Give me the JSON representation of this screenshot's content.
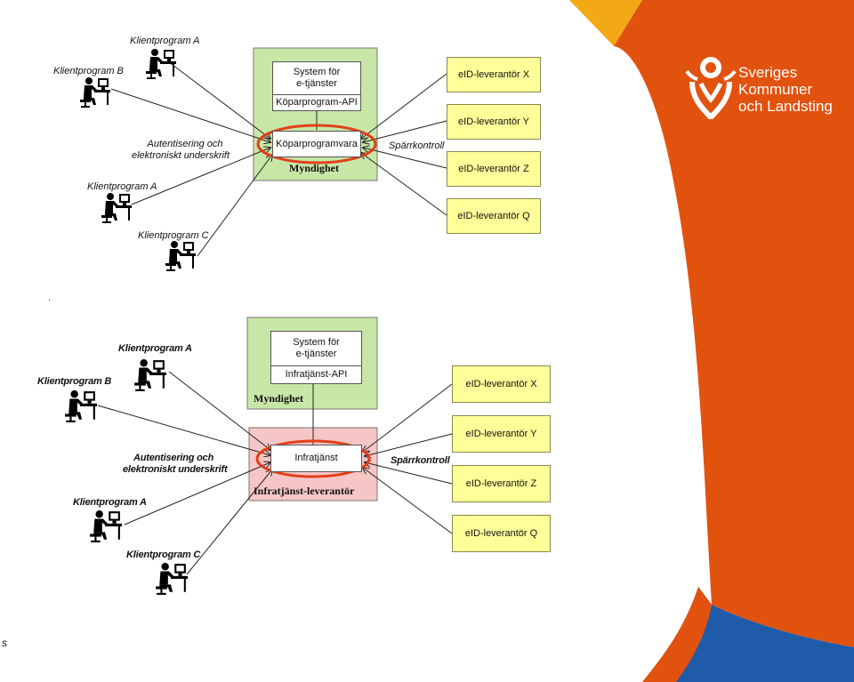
{
  "branding": {
    "logo_lines": [
      "Sveriges",
      "Kommuner",
      "och Landsting"
    ],
    "colors": {
      "orange": "#e2520f",
      "yellow": "#f3a915",
      "blue": "#1f5ba8"
    }
  },
  "diagram_top": {
    "clients": [
      {
        "label": "Klientprogram A"
      },
      {
        "label": "Klientprogram B"
      },
      {
        "label": "Klientprogram A"
      },
      {
        "label": "Klientprogram C"
      }
    ],
    "auth_label": [
      "Autentisering och",
      "elektroniskt underskrift"
    ],
    "org_label": "Myndighet",
    "system_box": [
      "System för",
      "e-tjänster"
    ],
    "api_box": "Köparprogram-API",
    "core_box": "Köparprogramvara",
    "revocation_label": "Spärrkontroll",
    "providers": [
      "eID-leverantör X",
      "eID-leverantör Y",
      "eID-leverantör Z",
      "eID-leverantör Q"
    ]
  },
  "diagram_bottom": {
    "clients": [
      {
        "label": "Klientprogram A"
      },
      {
        "label": "Klientprogram B"
      },
      {
        "label": "Klientprogram A"
      },
      {
        "label": "Klientprogram C"
      }
    ],
    "auth_label": [
      "Autentisering och",
      "elektroniskt underskrift"
    ],
    "org_label": "Myndighet",
    "system_box": [
      "System för",
      "e-tjänster"
    ],
    "api_box": "Infratjänst-API",
    "core_box": "Infratjänst",
    "provider_org_label": "Infratjänst-leverantör",
    "revocation_label": "Spärrkontroll",
    "providers": [
      "eID-leverantör X",
      "eID-leverantör Y",
      "eID-leverantör Z",
      "eID-leverantör Q"
    ]
  },
  "corner_text": "s",
  "dot_text": "."
}
